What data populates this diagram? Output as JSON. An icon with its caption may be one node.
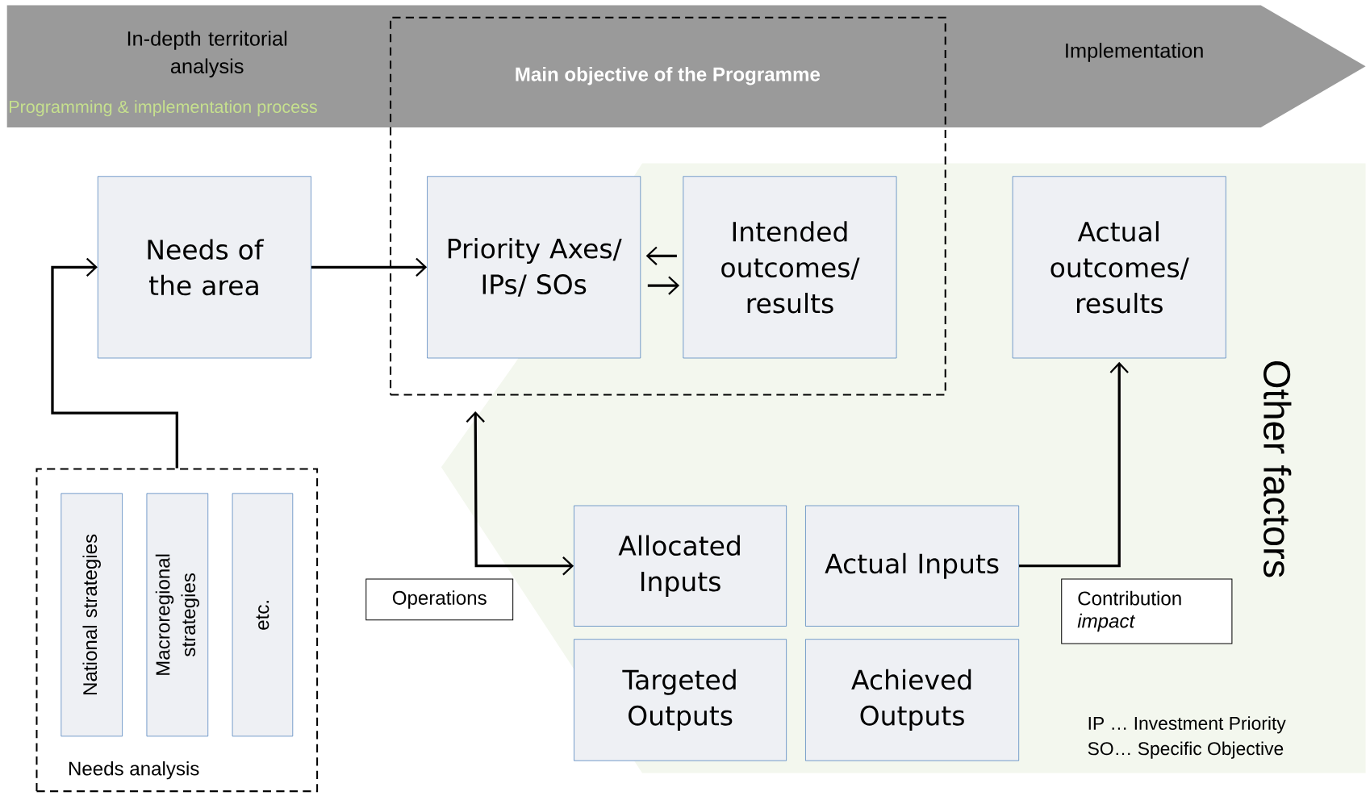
{
  "diagram": {
    "nodes": [
      {
        "text": [
          "Main objective of the Programme"
        ]
      },
      {
        "text": [
          "Needs of the area"
        ]
      },
      {
        "text": [
          "Priority Axes/ IPs/ SOs"
        ],
        "in": 0
      },
      {
        "text": [
          "Intended outcomes/ results"
        ],
        "in": 0
      },
      {
        "text": [
          "Actual outcomes/ results"
        ]
      },
      {
        "text": [
          "Needs analysis"
        ]
      },
      {
        "text": [
          "National strategies"
        ],
        "in": 5
      },
      {
        "text": [
          "Macroregional strategies"
        ],
        "in": 5
      },
      {
        "text": [
          "etc."
        ],
        "in": 5
      },
      {
        "text": [
          "Operations"
        ]
      },
      {
        "text": [
          "Allocated Inputs"
        ]
      },
      {
        "text": [
          "Actual Inputs"
        ]
      },
      {
        "text": [
          "Contribution",
          "impact"
        ]
      },
      {
        "text": [
          "Targeted Outputs"
        ]
      },
      {
        "text": [
          "Achieved Outputs"
        ]
      }
    ],
    "edges": [
      {
        "from": 5,
        "to": 1,
        "arrow": "to"
      },
      {
        "from": 1,
        "to": 2,
        "arrow": "to"
      },
      {
        "from": 3,
        "to": 2,
        "arrow": "to"
      },
      {
        "from": 2,
        "to": 3,
        "arrow": "to"
      },
      {
        "from": 0,
        "to": 10,
        "arrow": "both"
      },
      {
        "from": 11,
        "to": 4,
        "arrow": "to"
      }
    ],
    "labels": [
      "In-depth territorial analysis",
      "Implementation",
      "Programming & implementation process",
      "Other factors",
      "IP … Investment Priority",
      "SO… Specific Objective"
    ]
  }
}
